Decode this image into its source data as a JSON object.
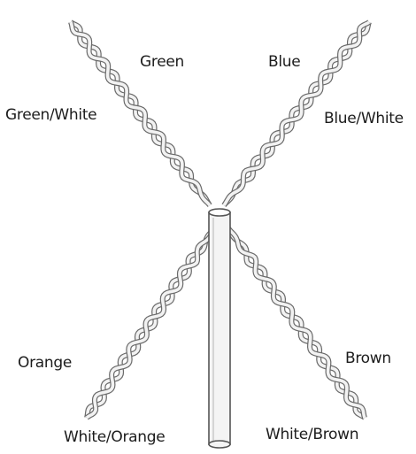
{
  "labels": {
    "green": "Green",
    "blue": "Blue",
    "green_white": "Green/White",
    "blue_white": "Blue/White",
    "orange": "Orange",
    "brown": "Brown",
    "white_orange": "White/Orange",
    "white_brown": "White/Brown"
  },
  "colors": {
    "wire_fill": "#f2f2f2",
    "wire_stroke": "#6a6a6a",
    "text": "#1c1c1c"
  }
}
